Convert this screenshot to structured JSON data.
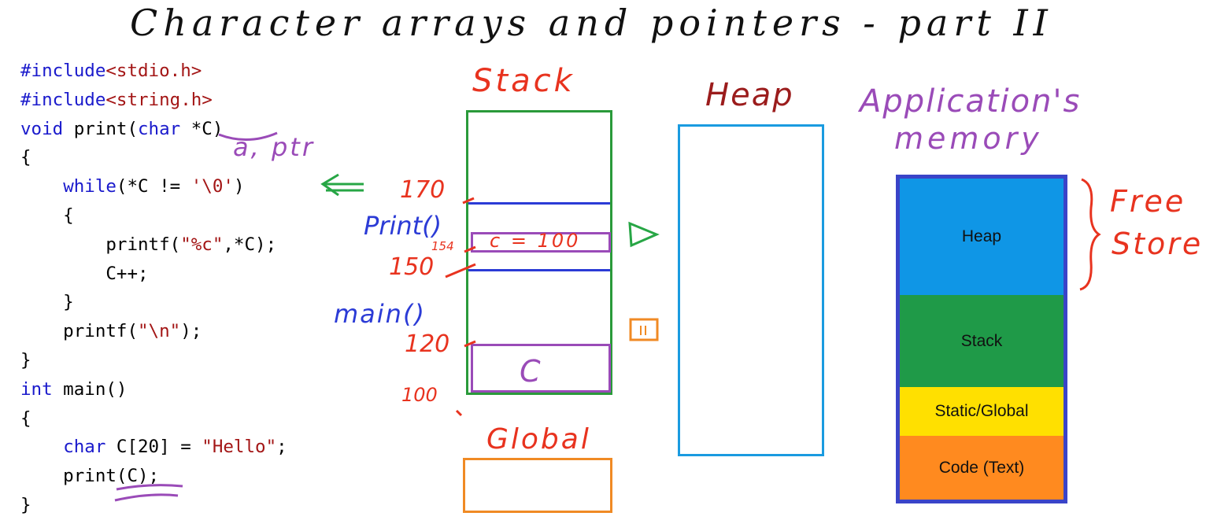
{
  "title": "Character arrays and pointers - part II",
  "code_lines": [
    [
      [
        "pp",
        "#include"
      ],
      [
        "hdr",
        "<stdio.h>"
      ]
    ],
    [
      [
        "pp",
        "#include"
      ],
      [
        "hdr",
        "<string.h>"
      ]
    ],
    [
      [
        "kw",
        "void"
      ],
      [
        "t",
        " print("
      ],
      [
        "kw",
        "char"
      ],
      [
        "t",
        " *C)"
      ]
    ],
    [
      [
        "t",
        "{"
      ]
    ],
    [
      [
        "t",
        "    "
      ],
      [
        "kw",
        "while"
      ],
      [
        "t",
        "(*C != "
      ],
      [
        "str",
        "'\\0'"
      ],
      [
        "t",
        ")"
      ]
    ],
    [
      [
        "t",
        "    {"
      ]
    ],
    [
      [
        "t",
        "        printf("
      ],
      [
        "str",
        "\"%c\""
      ],
      [
        "t",
        ",*C);"
      ]
    ],
    [
      [
        "t",
        "        C++;"
      ]
    ],
    [
      [
        "t",
        "    }"
      ]
    ],
    [
      [
        "t",
        "    printf("
      ],
      [
        "str",
        "\"\\n\""
      ],
      [
        "t",
        ");"
      ]
    ],
    [
      [
        "t",
        "}"
      ]
    ],
    [
      [
        "kw",
        "int"
      ],
      [
        "t",
        " main()"
      ]
    ],
    [
      [
        "t",
        "{"
      ]
    ],
    [
      [
        "t",
        "    "
      ],
      [
        "kw",
        "char"
      ],
      [
        "t",
        " C[20] = "
      ],
      [
        "str",
        "\"Hello\""
      ],
      [
        "t",
        ";"
      ]
    ],
    [
      [
        "t",
        "    print(C);"
      ]
    ],
    [
      [
        "t",
        "}"
      ]
    ]
  ],
  "annotations": {
    "param_note": "a, ptr",
    "stack_label": "Stack",
    "heap_label": "Heap",
    "global_label": "Global",
    "app_memory_label_1": "Application's",
    "app_memory_label_2": "memory",
    "free_store_1": "Free",
    "free_store_2": "Store",
    "print_frame": "Print()",
    "main_frame": "main()",
    "print_var": "c = 100",
    "main_var": "C",
    "addr_170": "170",
    "addr_154": "154",
    "addr_150": "150",
    "addr_120": "120",
    "addr_100": "100"
  },
  "memory_segments": [
    {
      "label": "Heap",
      "color": "#0f96e6"
    },
    {
      "label": "Stack",
      "color": "#1f9a48"
    },
    {
      "label": "Static/Global",
      "color": "#ffe000"
    },
    {
      "label": "Code (Text)",
      "color": "#ff8a1f"
    }
  ],
  "colors": {
    "stack_border": "#2a9a3a",
    "heap_border": "#1a9be0",
    "global_border": "#f08a24",
    "app_border": "#3a44c8",
    "frame_line": "#2b3bd6",
    "frame_box": "#9a4bb8"
  }
}
